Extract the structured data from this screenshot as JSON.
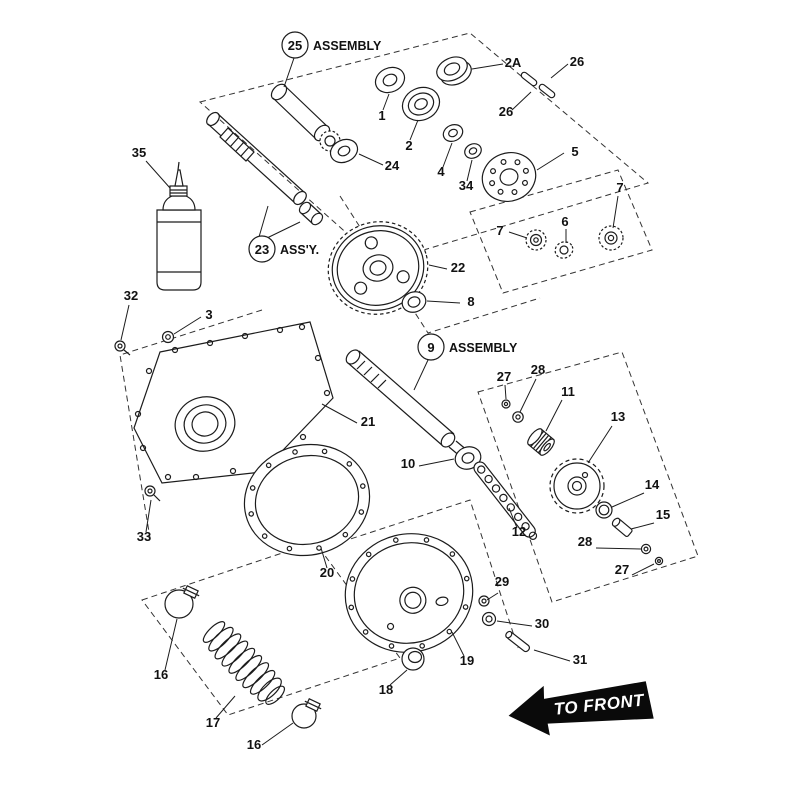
{
  "page": {
    "background": "#ffffff",
    "ink": "#1c1c1c"
  },
  "diagram": {
    "assembly_callouts": [
      {
        "number": "25",
        "label": "ASSEMBLY"
      },
      {
        "number": "23",
        "label": "ASS'Y."
      },
      {
        "number": "9",
        "label": "ASSEMBLY"
      }
    ],
    "part_labels": [
      "2A",
      "26",
      "26",
      "1",
      "2",
      "24",
      "4",
      "34",
      "5",
      "7",
      "6",
      "7",
      "35",
      "22",
      "8",
      "32",
      "3",
      "27",
      "28",
      "11",
      "13",
      "21",
      "10",
      "14",
      "15",
      "12",
      "28",
      "27",
      "33",
      "20",
      "29",
      "30",
      "19",
      "31",
      "16",
      "18",
      "17",
      "16"
    ],
    "to_front_label": "TO FRONT"
  }
}
